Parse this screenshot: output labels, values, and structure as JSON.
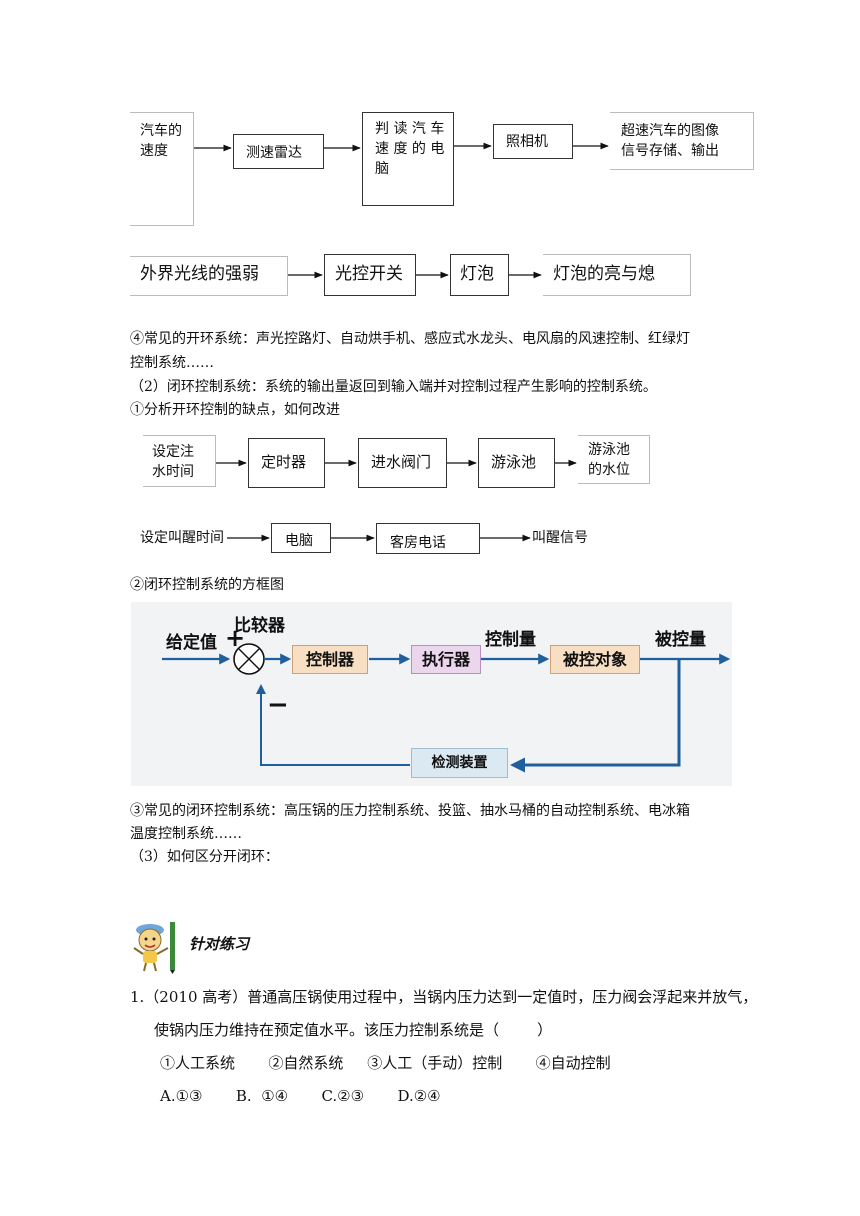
{
  "diagram1": {
    "input": "汽车的\n速度",
    "radar": "测速雷达",
    "computer": "判 读 汽 车\n速 度 的 电\n脑",
    "camera": "照相机",
    "output": "超速汽车的图像\n信号存储、输出"
  },
  "diagram2": {
    "input": "外界光线的强弱",
    "switch": "光控开关",
    "bulb": "灯泡",
    "output": "灯泡的亮与熄"
  },
  "text": {
    "p1_line1": "④常见的开环系统：声光控路灯、自动烘手机、感应式水龙头、电风扇的风速控制、红绿灯",
    "p1_line2": "控制系统……",
    "p2": "（2）闭环控制系统：系统的输出量返回到输入端并对控制过程产生影响的控制系统。",
    "p3": "①分析开环控制的缺点，如何改进",
    "p4": "②闭环控制系统的方框图",
    "p5_line1": "③常见的闭环控制系统：高压锅的压力控制系统、投篮、抽水马桶的自动控制系统、电冰箱",
    "p5_line2": "温度控制系统……",
    "p6": "（3）如何区分开闭环："
  },
  "diagram3": {
    "input": "设定注\n水时间",
    "timer": "定时器",
    "valve": "进水阀门",
    "pool": "游泳池",
    "output": "游泳池\n的水位"
  },
  "diagram4": {
    "input": "设定叫醒时间",
    "computer": "电脑",
    "phone": "客房电话",
    "output": "叫醒信号"
  },
  "diagram5": {
    "setpoint": "给定值",
    "comparator": "比较器",
    "plus": "+",
    "minus": "−",
    "controller": "控制器",
    "actuator": "执行器",
    "control_var": "控制量",
    "plant": "被控对象",
    "controlled_var": "被控量",
    "sensor": "检测装置"
  },
  "exercise": {
    "title": "针对练习",
    "q1_line1": "1.（2010 高考）普通高压锅使用过程中，当锅内压力达到一定值时，压力阀会浮起来并放气，",
    "q1_line2": "使锅内压力维持在预定值水平。该压力控制系统是（        ）",
    "options": "①人工系统       ②自然系统     ③人工（手动）控制       ④自动控制",
    "answers": "A.①③       B.  ①④       C.②③       D.②④"
  }
}
